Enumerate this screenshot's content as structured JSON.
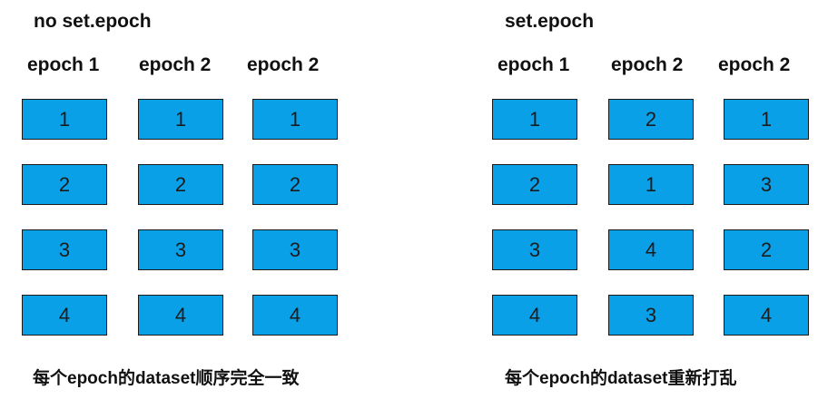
{
  "left": {
    "title": "no set.epoch",
    "headers": [
      "epoch 1",
      "epoch 2",
      "epoch 2"
    ],
    "columns": [
      [
        "1",
        "2",
        "3",
        "4"
      ],
      [
        "1",
        "2",
        "3",
        "4"
      ],
      [
        "1",
        "2",
        "3",
        "4"
      ]
    ],
    "caption": "每个epoch的dataset顺序完全一致"
  },
  "right": {
    "title": "set.epoch",
    "headers": [
      "epoch 1",
      "epoch 2",
      "epoch 2"
    ],
    "columns": [
      [
        "1",
        "2",
        "3",
        "4"
      ],
      [
        "2",
        "1",
        "4",
        "3"
      ],
      [
        "1",
        "3",
        "2",
        "4"
      ]
    ],
    "caption": "每个epoch的dataset重新打乱"
  },
  "colors": {
    "box_fill": "#0aa0e8",
    "box_border": "#1b1b1b"
  }
}
